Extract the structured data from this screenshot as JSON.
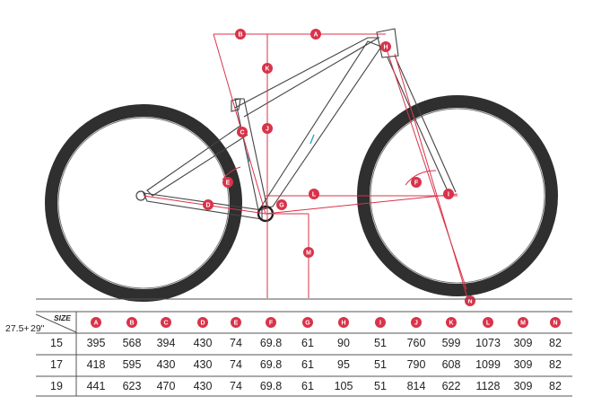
{
  "diagram": {
    "badge_color": "#d8334a",
    "line_color": "#d8334a",
    "labels": [
      "A",
      "B",
      "C",
      "D",
      "E",
      "F",
      "G",
      "H",
      "I",
      "J",
      "K",
      "L",
      "M",
      "N"
    ]
  },
  "table": {
    "size_header": "SIZE",
    "wheel_sizes": "27.5+",
    "wheel_sizes_alt": "29\"",
    "columns": [
      "A",
      "B",
      "C",
      "D",
      "E",
      "F",
      "G",
      "H",
      "I",
      "J",
      "K",
      "L",
      "M",
      "N"
    ],
    "rows": [
      {
        "size": "15",
        "values": [
          "395",
          "568",
          "394",
          "430",
          "74",
          "69.8",
          "61",
          "90",
          "51",
          "760",
          "599",
          "1073",
          "309",
          "82"
        ]
      },
      {
        "size": "17",
        "values": [
          "418",
          "595",
          "430",
          "430",
          "74",
          "69.8",
          "61",
          "95",
          "51",
          "790",
          "608",
          "1099",
          "309",
          "82"
        ]
      },
      {
        "size": "19",
        "values": [
          "441",
          "623",
          "470",
          "430",
          "74",
          "69.8",
          "61",
          "105",
          "51",
          "814",
          "622",
          "1128",
          "309",
          "82"
        ]
      }
    ]
  }
}
